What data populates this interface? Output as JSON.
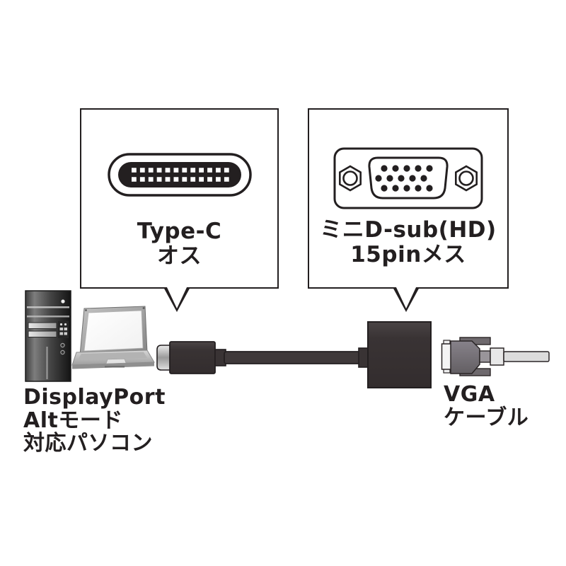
{
  "colors": {
    "ink": "#231f20",
    "plastic_dark": "#393334",
    "cable_dark": "#3f393a",
    "metal_light": "#c9c9c9",
    "hood_gray": "#767173",
    "cable_light": "#dcdcdc",
    "background": "#ffffff"
  },
  "callouts": {
    "type_c": {
      "line1": "Type-C",
      "line2": "オス"
    },
    "dsub": {
      "line1": "ミニD-sub(HD)",
      "line2": "15pinメス"
    }
  },
  "captions": {
    "source_pc": {
      "line1": "DisplayPort",
      "line2": "Altモード",
      "line3": "対応パソコン"
    },
    "vga_cable": {
      "line1": "VGA",
      "line2": "ケーブル"
    }
  },
  "icons": {
    "type_c_port": "usb-type-c-connector-icon",
    "dsub_port": "mini-dsub-hd15-connector-icon",
    "desktop_pc": "desktop-tower-icon",
    "laptop": "laptop-icon",
    "adapter": "usb-c-to-vga-adapter-icon",
    "vga_connector": "vga-cable-connector-icon"
  }
}
